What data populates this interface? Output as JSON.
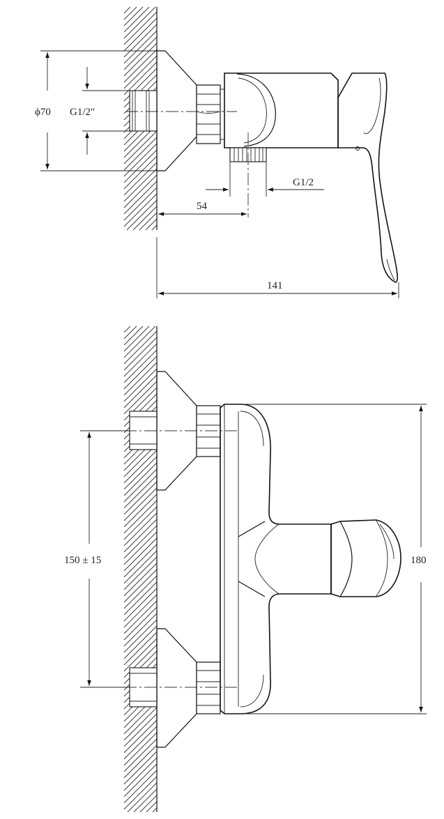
{
  "diagram": {
    "side_view": {
      "flange_diameter_label": "ϕ70",
      "inlet_thread_label": "G1/2\"",
      "outlet_thread_label": "G1/2",
      "wall_to_outlet_label": "54",
      "total_depth_label": "141"
    },
    "front_view": {
      "inlet_spacing_label": "150 ± 15",
      "body_height_label": "180"
    },
    "colors": {
      "line": "#111111",
      "background": "#ffffff"
    }
  }
}
